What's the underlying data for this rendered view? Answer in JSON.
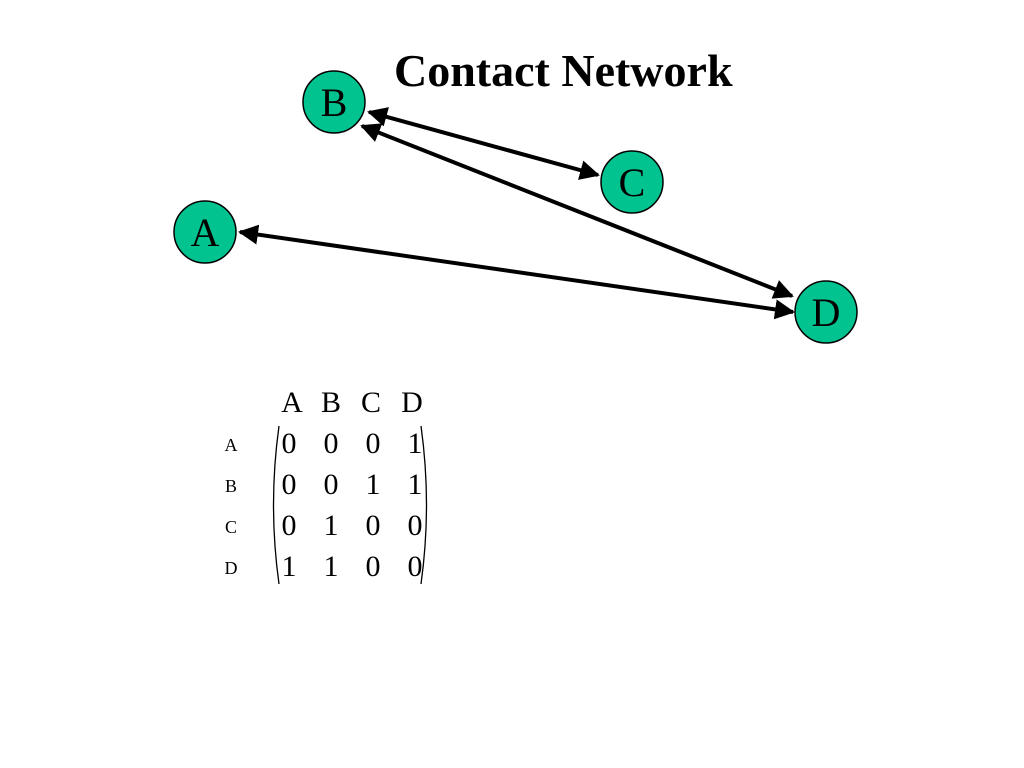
{
  "title": "Contact Network",
  "accent_color": "#00c390",
  "nodes": [
    {
      "id": "A",
      "label": "A"
    },
    {
      "id": "B",
      "label": "B"
    },
    {
      "id": "C",
      "label": "C"
    },
    {
      "id": "D",
      "label": "D"
    }
  ],
  "edges": [
    {
      "from": "B",
      "to": "C",
      "direction": "both"
    },
    {
      "from": "B",
      "to": "D",
      "direction": "both"
    },
    {
      "from": "A",
      "to": "D",
      "direction": "both"
    }
  ],
  "matrix": {
    "col_labels": [
      "A",
      "B",
      "C",
      "D"
    ],
    "row_labels": [
      "A",
      "B",
      "C",
      "D"
    ],
    "rows": [
      [
        "0",
        "0",
        "0",
        "1"
      ],
      [
        "0",
        "0",
        "1",
        "1"
      ],
      [
        "0",
        "1",
        "0",
        "0"
      ],
      [
        "1",
        "1",
        "0",
        "0"
      ]
    ]
  }
}
